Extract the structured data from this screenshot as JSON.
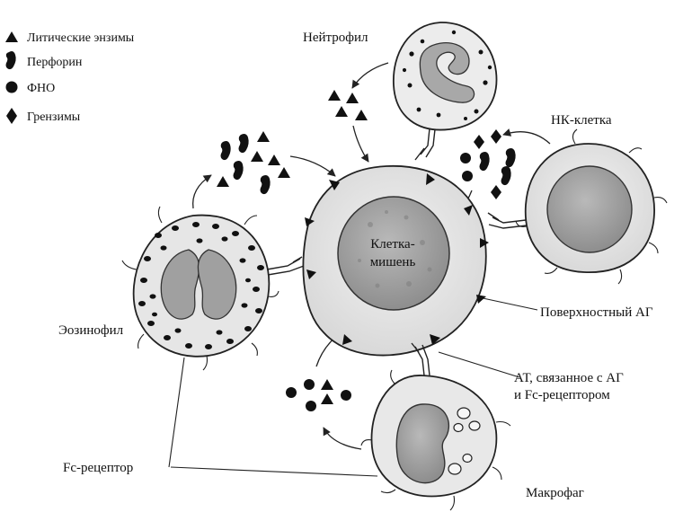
{
  "legend": [
    {
      "symbol": "triangle",
      "label": "Литические энзимы"
    },
    {
      "symbol": "perforin",
      "label": "Перфорин"
    },
    {
      "symbol": "circle",
      "label": "ФНО"
    },
    {
      "symbol": "diamond",
      "label": "Грензимы"
    }
  ],
  "labels": {
    "neutrophil": "Нейтрофил",
    "nk_cell": "НК-клетка",
    "eosinophil": "Эозинофил",
    "macrophage": "Макрофаг",
    "target_line1": "Клетка-",
    "target_line2": "мишень",
    "surface_ag": "Поверхностный АГ",
    "at_bound_line1": "АТ, связанное с АГ",
    "at_bound_line2": "и Fc-рецептором",
    "fc_receptor": "Fc-рецептор"
  },
  "colors": {
    "ink": "#111111",
    "cytoplasm": "#e4e4e4",
    "nucleus": "#9c9c9c",
    "nucleus_inner": "#b7b7b7"
  }
}
